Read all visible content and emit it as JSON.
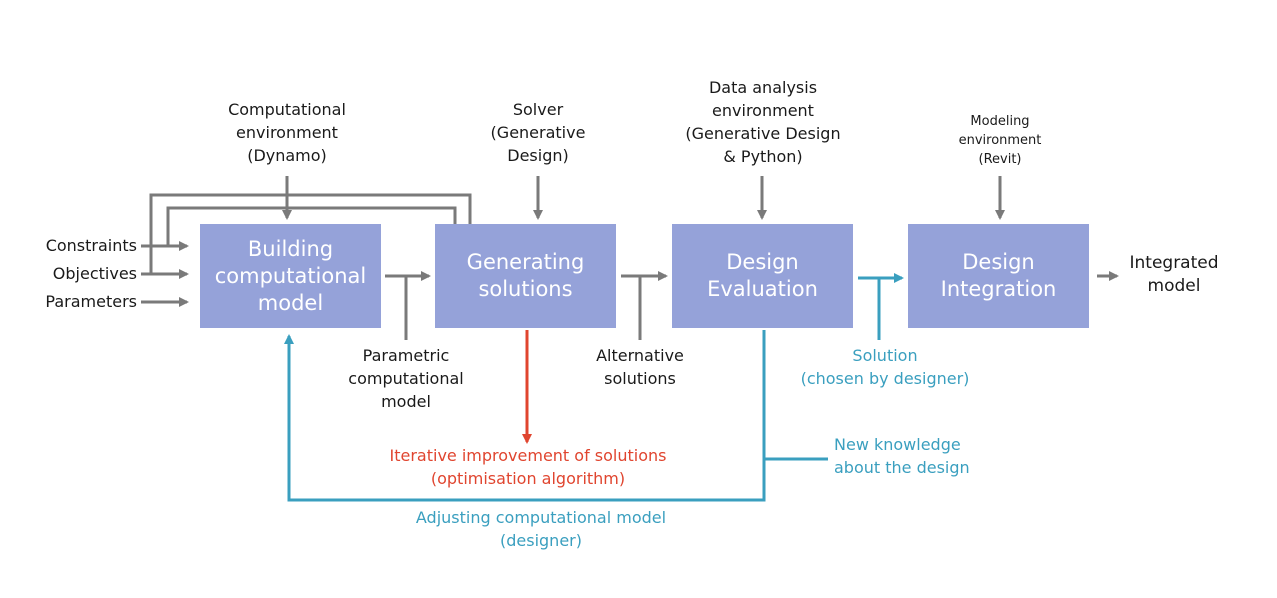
{
  "colors": {
    "box_fill": "#95a2d9",
    "box_text": "#ffffff",
    "arrow_gray": "#7a7a7a",
    "feedback_blue": "#3a9fbf",
    "iteration_red": "#e0452f",
    "label_dark": "#1a1a1a"
  },
  "boxes": {
    "building": "Building\ncomputational\nmodel",
    "generating": "Generating\nsolutions",
    "evaluation": "Design\nEvaluation",
    "integration": "Design\nIntegration"
  },
  "inputs": {
    "constraints": "Constraints",
    "objectives": "Objectives",
    "parameters": "Parameters"
  },
  "environments": {
    "computational": "Computational\nenvironment\n(Dynamo)",
    "solver": "Solver\n(Generative\nDesign)",
    "data_analysis": "Data analysis\nenvironment\n(Generative Design\n& Python)",
    "modeling": "Modeling\nenvironment\n(Revit)"
  },
  "outputs": {
    "parametric_model": "Parametric\ncomputational\nmodel",
    "alternative_solutions": "Alternative\nsolutions",
    "integrated_model": "Integrated\nmodel"
  },
  "feedback": {
    "iterative": "Iterative improvement of solutions\n(optimisation algorithm)",
    "chosen_solution": "Solution\n(chosen by designer)",
    "new_knowledge": "New knowledge\nabout the design",
    "adjusting": "Adjusting computational model\n(designer)"
  }
}
